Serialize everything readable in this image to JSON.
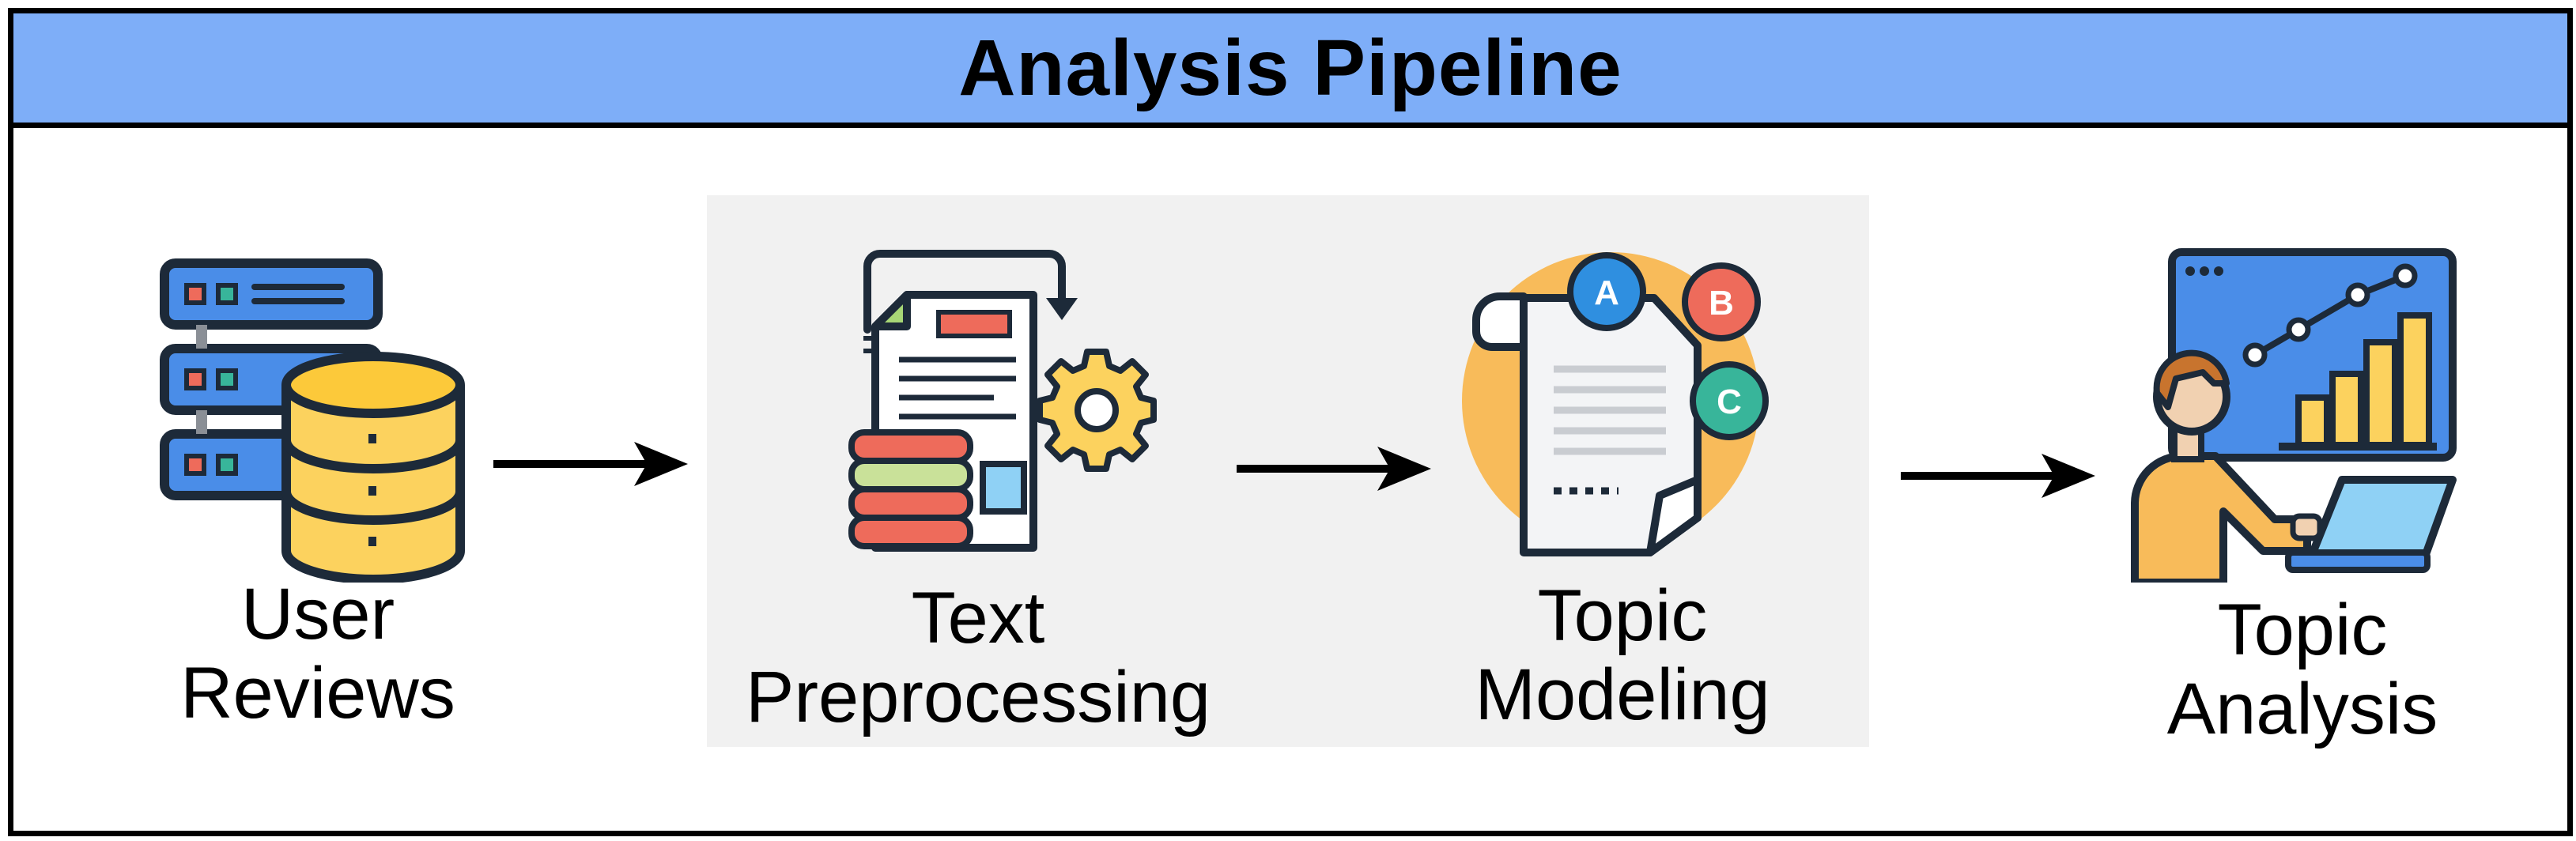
{
  "title": "Analysis Pipeline",
  "steps": [
    {
      "line1": "User",
      "line2": "Reviews",
      "icon": "database-server-icon"
    },
    {
      "line1": "Text",
      "line2": "Preprocessing",
      "icon": "document-gear-icon"
    },
    {
      "line1": "Topic",
      "line2": "Modeling",
      "icon": "topic-document-icon"
    },
    {
      "line1": "Topic",
      "line2": "Analysis",
      "icon": "analyst-chart-icon"
    }
  ],
  "topic_badges": [
    "A",
    "B",
    "C"
  ],
  "colors": {
    "header": "#7eaef8",
    "panel": "#f1f1f1",
    "blue": "#4a8de8",
    "yellow": "#fcd25e",
    "orange": "#f8bb5a",
    "red": "#ee6b5b",
    "teal": "#38b59a",
    "outline": "#1d2a39"
  }
}
